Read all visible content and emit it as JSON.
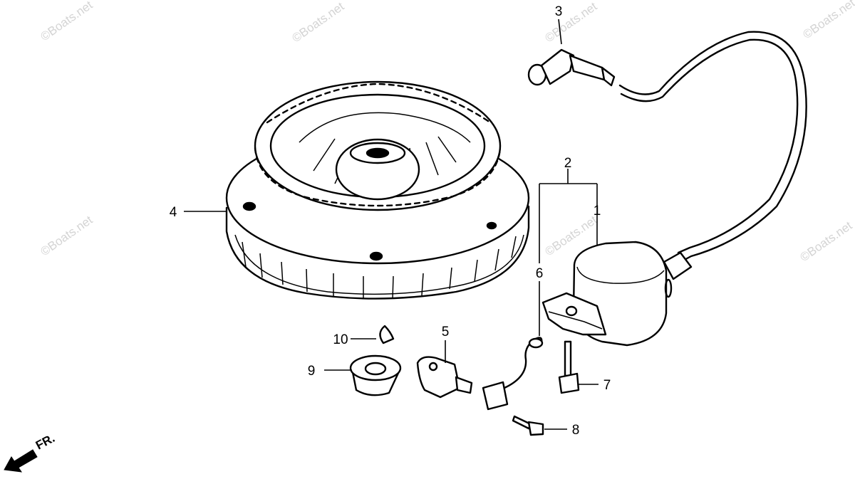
{
  "watermark": "©Boats.net",
  "direction_label": "FR.",
  "callouts": {
    "p1": "1",
    "p2": "2",
    "p3": "3",
    "p4": "4",
    "p5": "5",
    "p6": "6",
    "p7": "7",
    "p8": "8",
    "p9": "9",
    "p10": "10"
  }
}
